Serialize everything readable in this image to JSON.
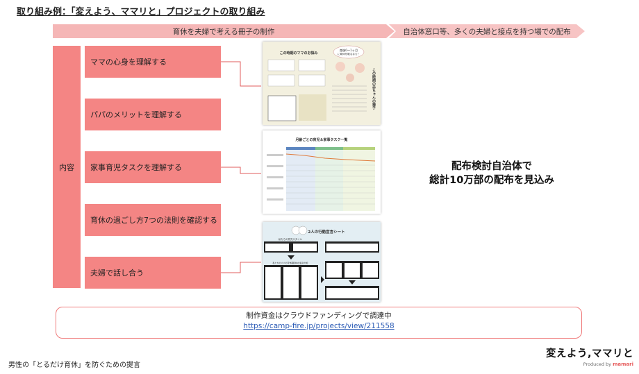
{
  "page": {
    "title": "取り組み例：「変えよう、ママリと」プロジェクトの取り組み"
  },
  "arrows": {
    "first": "育休を夫婦で考える冊子の制作",
    "second": "自治体窓口等、多くの夫婦と接点を持つ場での配布"
  },
  "content": {
    "label": "内容",
    "items": [
      "ママの心身を理解する",
      "パパのメリットを理解する",
      "家事育児タスクを理解する",
      "育休の過ごし方7つの法則を確認する",
      "夫婦で話し合う"
    ]
  },
  "thumbnails": {
    "booklet1": {
      "heading": "この時期のママのお悩み",
      "badge_line1": "産後0〜1ヶ月",
      "badge_line2": "に育休を取るなら？",
      "side_text": "この時期の赤ちゃんの様子"
    },
    "booklet2": {
      "heading": "月齢ごとの育児＆家事タスク一覧"
    },
    "booklet3": {
      "heading": "2人の行動宣言シート",
      "section1": "私たちの育児スタイル",
      "section2": "私たちのパパの育休期間中の役割分担"
    }
  },
  "highlight": {
    "line1": "配布検討自治体で",
    "line2": "総計10万部の配布を見込み"
  },
  "funding": {
    "text": "制作資金はクラウドファンディングで調達中",
    "url": "https://camp-fire.jp/projects/view/211558"
  },
  "footer": {
    "text": "男性の「とるだけ育休」を防ぐための提言"
  },
  "logo": {
    "main": "変えよう,ママリと",
    "produced_by": "Produced by",
    "brand": "mamari"
  },
  "colors": {
    "item_fill": "#f48584",
    "arrow_fill": "#f5b6b6",
    "border": "#ef7a7a",
    "link": "#2b5bb5"
  }
}
